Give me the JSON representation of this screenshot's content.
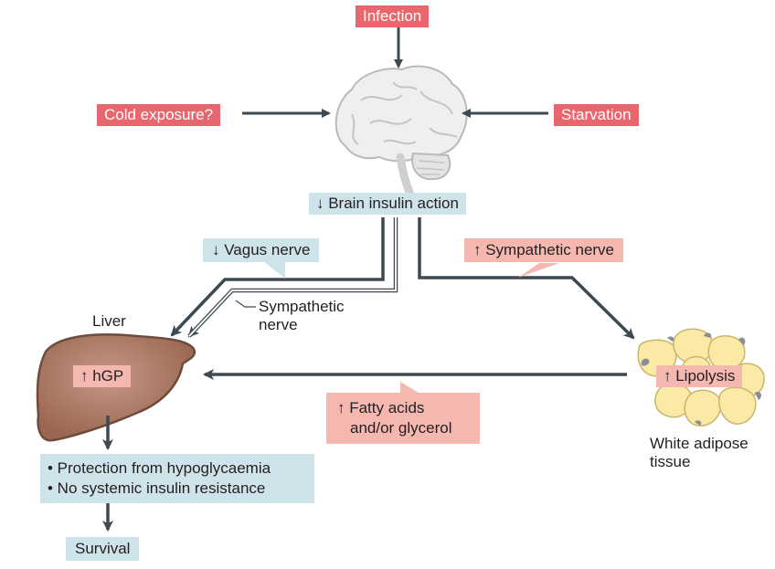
{
  "triggers": {
    "infection": "Infection",
    "cold_exposure": "Cold exposure?",
    "starvation": "Starvation"
  },
  "brain": {
    "insulin_action": "↓ Brain insulin action"
  },
  "nerves": {
    "vagus": "↓ Vagus nerve",
    "sympathetic_right": "↑ Sympathetic nerve",
    "sympathetic_left_line1": "Sympathetic",
    "sympathetic_left_line2": "nerve"
  },
  "liver": {
    "label": "Liver",
    "hgp": "↑ hGP"
  },
  "adipose": {
    "lipolysis": "↑ Lipolysis",
    "label_line1": "White adipose",
    "label_line2": "tissue"
  },
  "fatty_acids": {
    "line1": "↑ Fatty acids",
    "line2": "and/or glycerol"
  },
  "outcomes": {
    "item1": "• Protection from hypoglycaemia",
    "item2": "• No systemic insulin resistance",
    "survival": "Survival"
  },
  "colors": {
    "red_box": "#e8676e",
    "blue_box": "#cfe4ea",
    "pink_box": "#f5b8b1",
    "arrow": "#3d4a52",
    "liver": "#a9735e",
    "adipose": "#fbe9a6"
  }
}
